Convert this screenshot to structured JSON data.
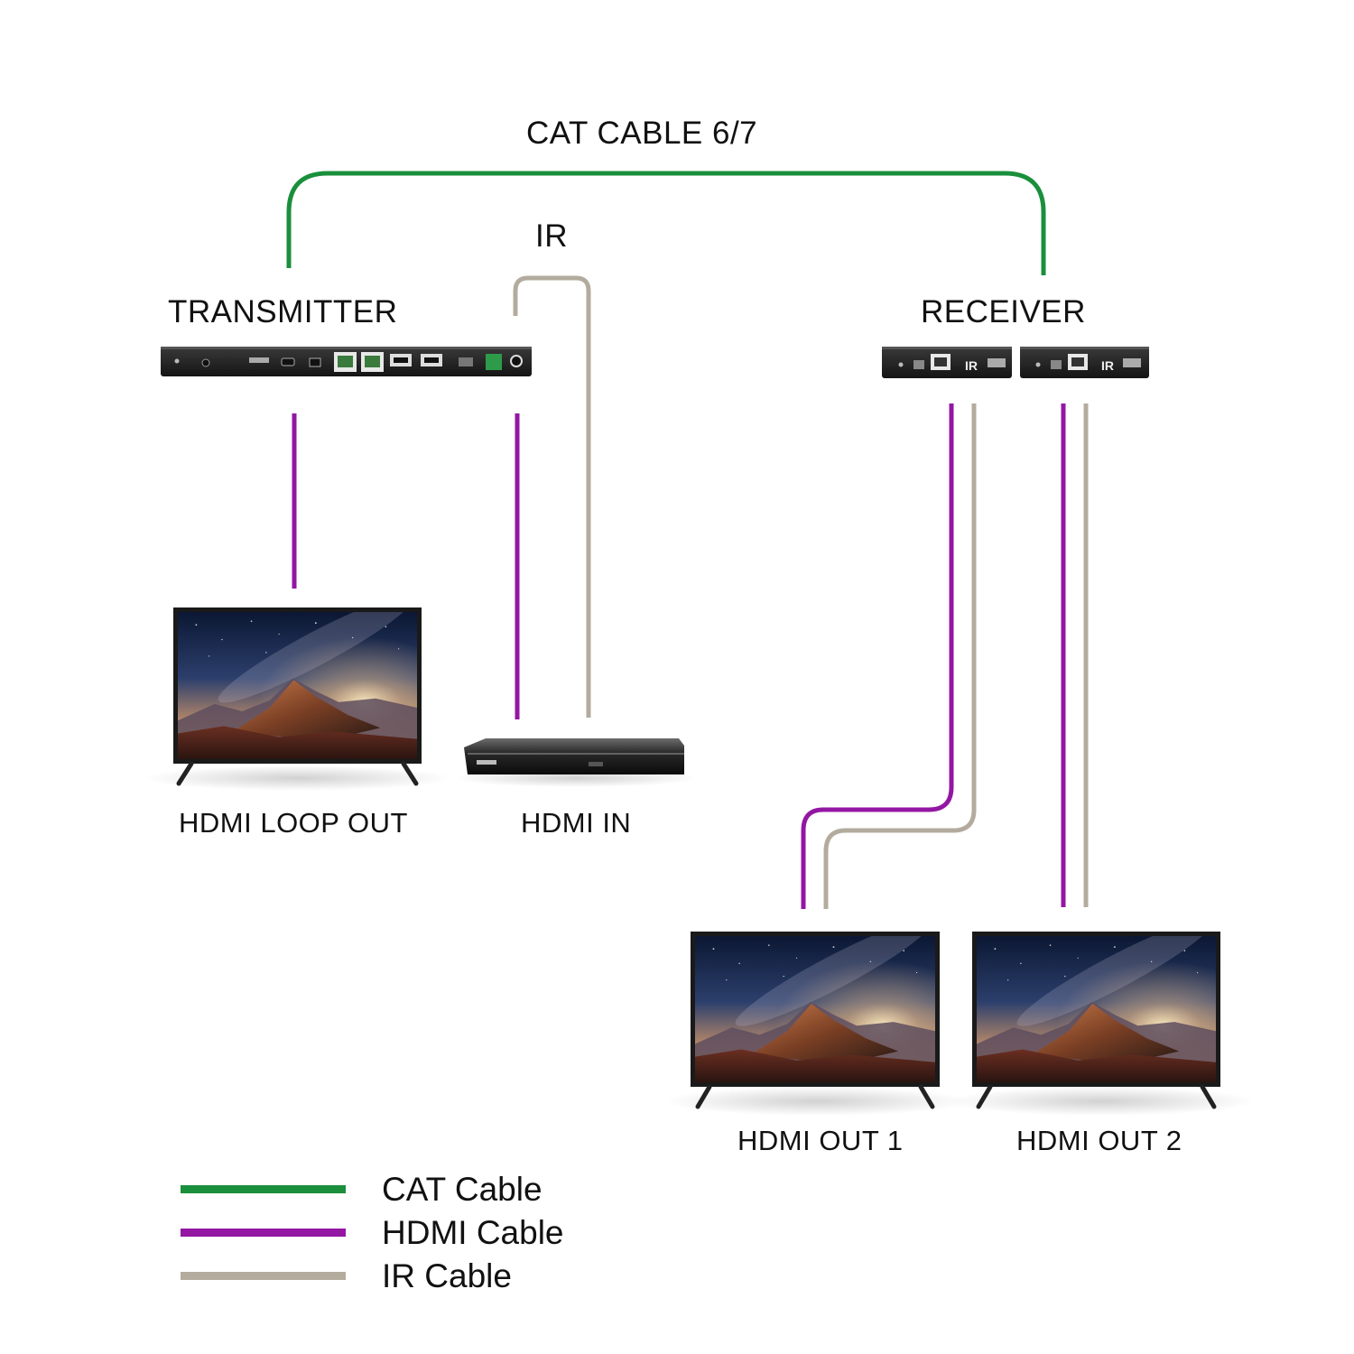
{
  "labels": {
    "cat_cable": "CAT CABLE 6/7",
    "ir": "IR",
    "transmitter": "TRANSMITTER",
    "receiver": "RECEIVER",
    "hdmi_loop_out": "HDMI LOOP OUT",
    "hdmi_in": "HDMI IN",
    "hdmi_out_1": "HDMI OUT 1",
    "hdmi_out_2": "HDMI OUT 2"
  },
  "legend": [
    {
      "label": "CAT Cable",
      "color": "#1a8f3c"
    },
    {
      "label": "HDMI Cable",
      "color": "#9317a3"
    },
    {
      "label": "IR Cable",
      "color": "#b3ac9e"
    }
  ],
  "colors": {
    "cat": "#1a8f3c",
    "hdmi": "#9317a3",
    "ir": "#b3ac9e"
  }
}
